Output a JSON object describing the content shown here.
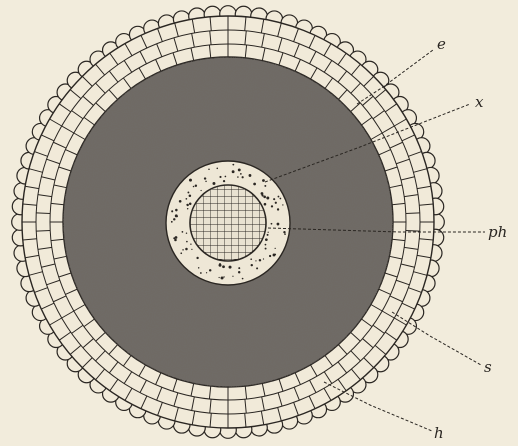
{
  "figure": {
    "labels": {
      "e": "e",
      "x": "x",
      "ph": "ph",
      "s": "s",
      "h": "h"
    },
    "colors": {
      "paper": "#f2ecdc",
      "ink": "#2a2622",
      "ground_tissue": "#6f6a64",
      "phloem_ring": "#eee7d6",
      "xylem_core": "#e9e2d1"
    }
  }
}
